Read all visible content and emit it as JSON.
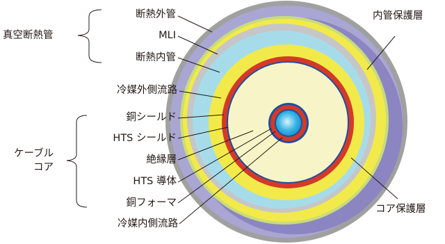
{
  "vacuum_group": {
    "label": "真空断熱管",
    "items": {
      "outer_pipe": "断熱外管",
      "mli": "MLI",
      "inner_pipe": "断熱内管"
    }
  },
  "coolant_outer": "冷媒外側流路",
  "cable_group": {
    "label_line1": "ケーブル",
    "label_line2": "コア",
    "items": {
      "copper_shield": "銅シールド",
      "hts_shield": "HTS シールド",
      "insulation": "絶縁層",
      "hts_conductor": "HTS 導体",
      "copper_former": "銅フォーマ"
    }
  },
  "coolant_inner": "冷媒内側流路",
  "inner_pipe_protection": "内管保護層",
  "core_protection": "コア保護層",
  "colors": {
    "outer_gray": "#a0a0a0",
    "lavender": "#a9a6d4",
    "lavender_dark": "#7b73b8",
    "lime": "#c8dc7c",
    "yellow": "#f2ea4a",
    "silver": "#c6c6c8",
    "light_blue": "#a6dcea",
    "red": "#d43a27",
    "cream": "#f7f4c8",
    "navy": "#1f4fa0",
    "cyan": "#21a8de"
  }
}
